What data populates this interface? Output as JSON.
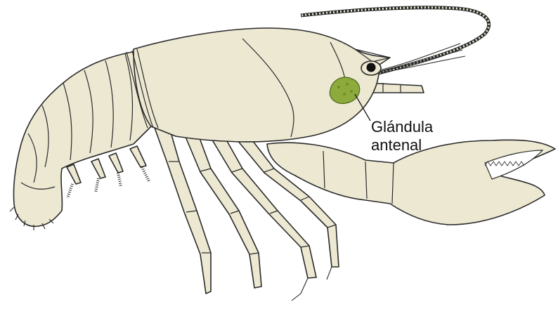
{
  "diagram": {
    "subject": "crayfish-lateral-view",
    "labels": [
      {
        "id": "antennal-gland",
        "lines": [
          "Glándula",
          "antenal"
        ]
      }
    ],
    "colors": {
      "body": "#ece8d2",
      "outline": "#2a2a2a",
      "gland": "#8cab3c",
      "eye": "#111111",
      "background": "#ffffff"
    }
  }
}
